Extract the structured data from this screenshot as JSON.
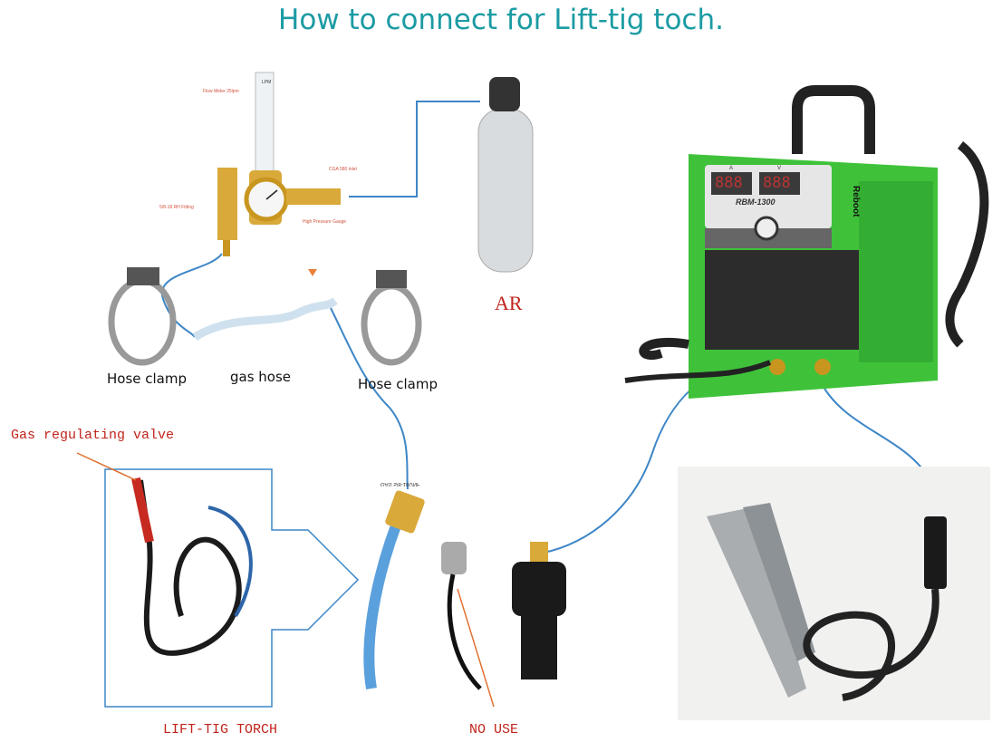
{
  "title": "How to connect for Lift-tig toch.",
  "regulator": {
    "flow_meter": "Flow Meter 25lpm",
    "lpm": "LPM",
    "inlet": "CGA 580 inlet",
    "fitting": "5/8-18 RH Fitting",
    "gauge": "High Pressure Gauge"
  },
  "labels": {
    "gas": "AR",
    "hose_clamp_left": "Hose clamp",
    "gas_hose": "gas hose",
    "hose_clamp_right": "Hose clamp",
    "gas_valve": "Gas regulating valve",
    "torch": "LIFT-TIG TORCH",
    "no_use": "NO USE",
    "connector": "GAS 5/8-18UNF"
  },
  "welder": {
    "model": "RBM-1300",
    "brand": "Reboot",
    "display_a": "888",
    "display_v": "888",
    "meter_a": "A",
    "meter_v": "V"
  },
  "colors": {
    "title": "#1b9ba3",
    "line": "#3d86c6",
    "label_red": "#c0241c",
    "welder_green": "#3fc23a"
  }
}
